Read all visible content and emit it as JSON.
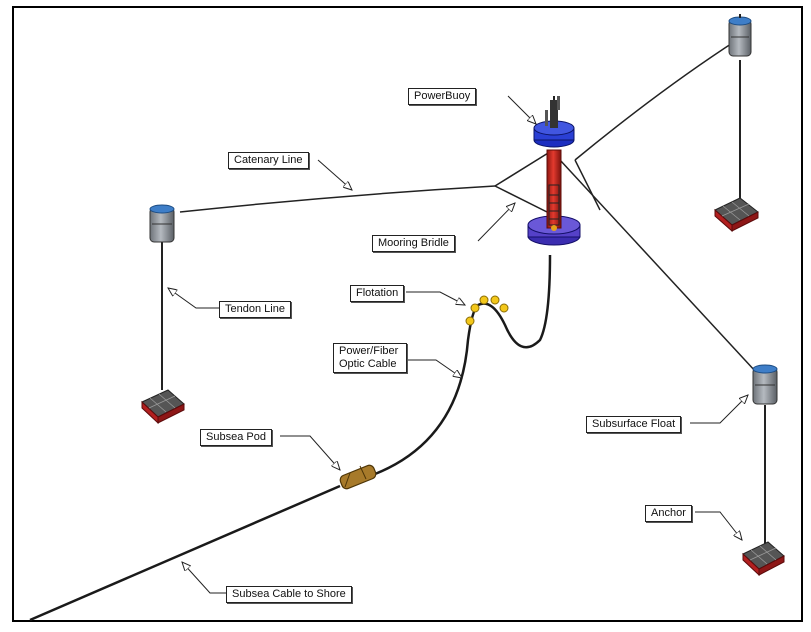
{
  "labels": {
    "powerbuoy": "PowerBuoy",
    "catenary": "Catenary Line",
    "mooring_bridle": "Mooring Bridle",
    "tendon": "Tendon Line",
    "flotation": "Flotation",
    "cable_line1": "Power/Fiber",
    "cable_line2": "Optic Cable",
    "subsea_pod": "Subsea Pod",
    "subsurface_float": "Subsurface Float",
    "anchor": "Anchor",
    "shore_cable": "Subsea Cable to Shore"
  },
  "colors": {
    "buoy_red": "#d8261c",
    "buoy_blue": "#2a3fd4",
    "float_gray": "#8f959c",
    "float_cap": "#3e7ec8",
    "anchor_gray": "#666666",
    "anchor_red": "#b21f1f",
    "flotation_yellow": "#f3c71a",
    "pod_brown": "#a77a2a",
    "line": "#222222"
  }
}
